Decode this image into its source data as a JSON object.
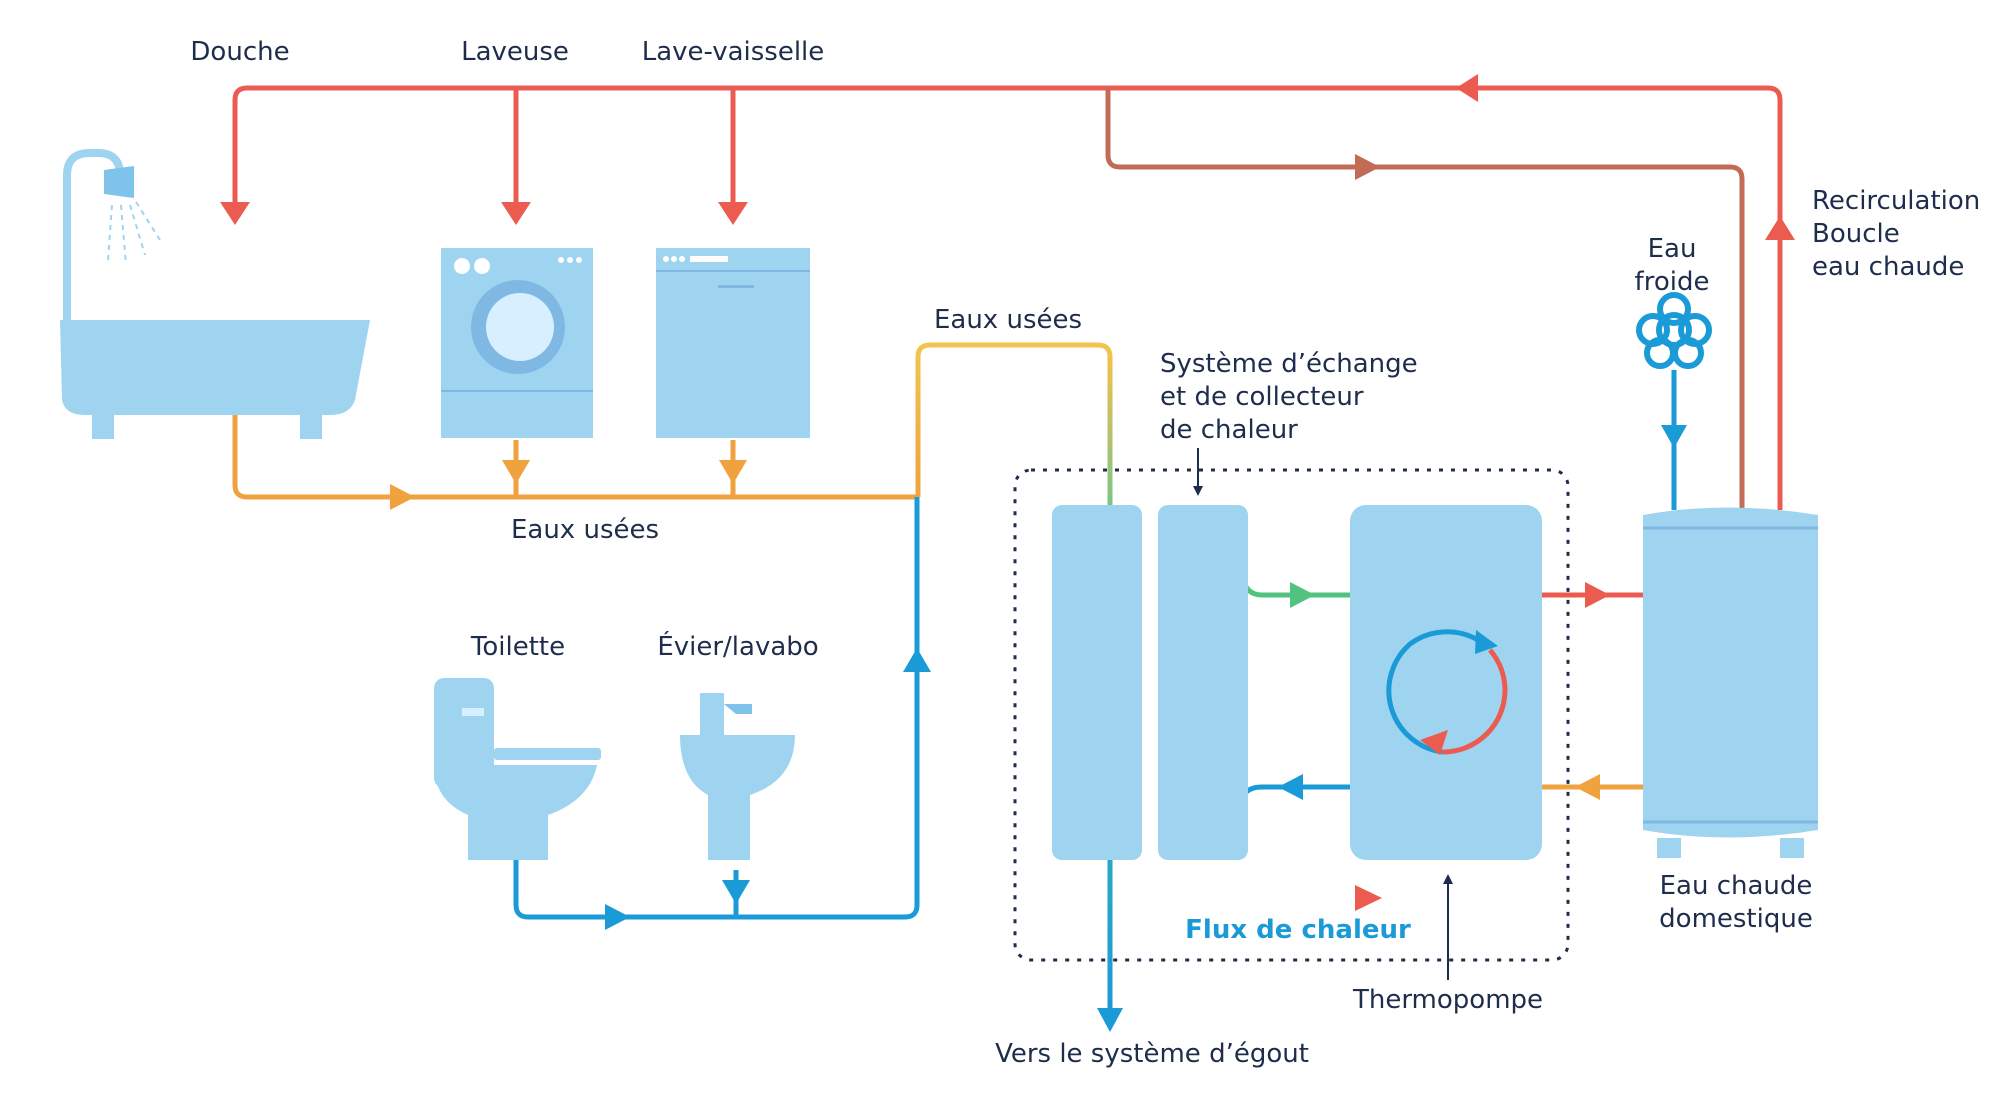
{
  "labels": {
    "shower": "Douche",
    "washer": "Laveuse",
    "dishwasher": "Lave-vaisselle",
    "waste_water_top": "Eaux usées",
    "waste_water_main": "Eaux usées",
    "exchange_line1": "Système d’échange",
    "exchange_line2": "et de collecteur",
    "exchange_line3": "de chaleur",
    "cold_water_line1": "Eau",
    "cold_water_line2": "froide",
    "recirc_line1": "Recirculation",
    "recirc_line2": "Boucle",
    "recirc_line3": "eau chaude",
    "toilet": "Toilette",
    "sink": "Évier/lavabo",
    "heat_flux": "Flux de chaleur",
    "heat_pump": "Thermopompe",
    "domestic_hw_line1": "Eau chaude",
    "domestic_hw_line2": "domestique",
    "sewer": "Vers le système d’égout"
  },
  "colors": {
    "hot_water": "#ec5b4f",
    "warm_return": "#c26b57",
    "grey_water": "#f0a23f",
    "black_water": "#1a9ad6",
    "appliance_fill": "#9fd4f1",
    "appliance_dark": "#7fb9e3",
    "text": "#1f2d4d",
    "flux_text": "#1a9ad6"
  },
  "icons": [
    "bathtub-icon",
    "shower-head-icon",
    "washing-machine-icon",
    "dishwasher-icon",
    "toilet-icon",
    "sink-icon",
    "cold-water-valve-icon",
    "heat-pump-cycle-icon"
  ]
}
